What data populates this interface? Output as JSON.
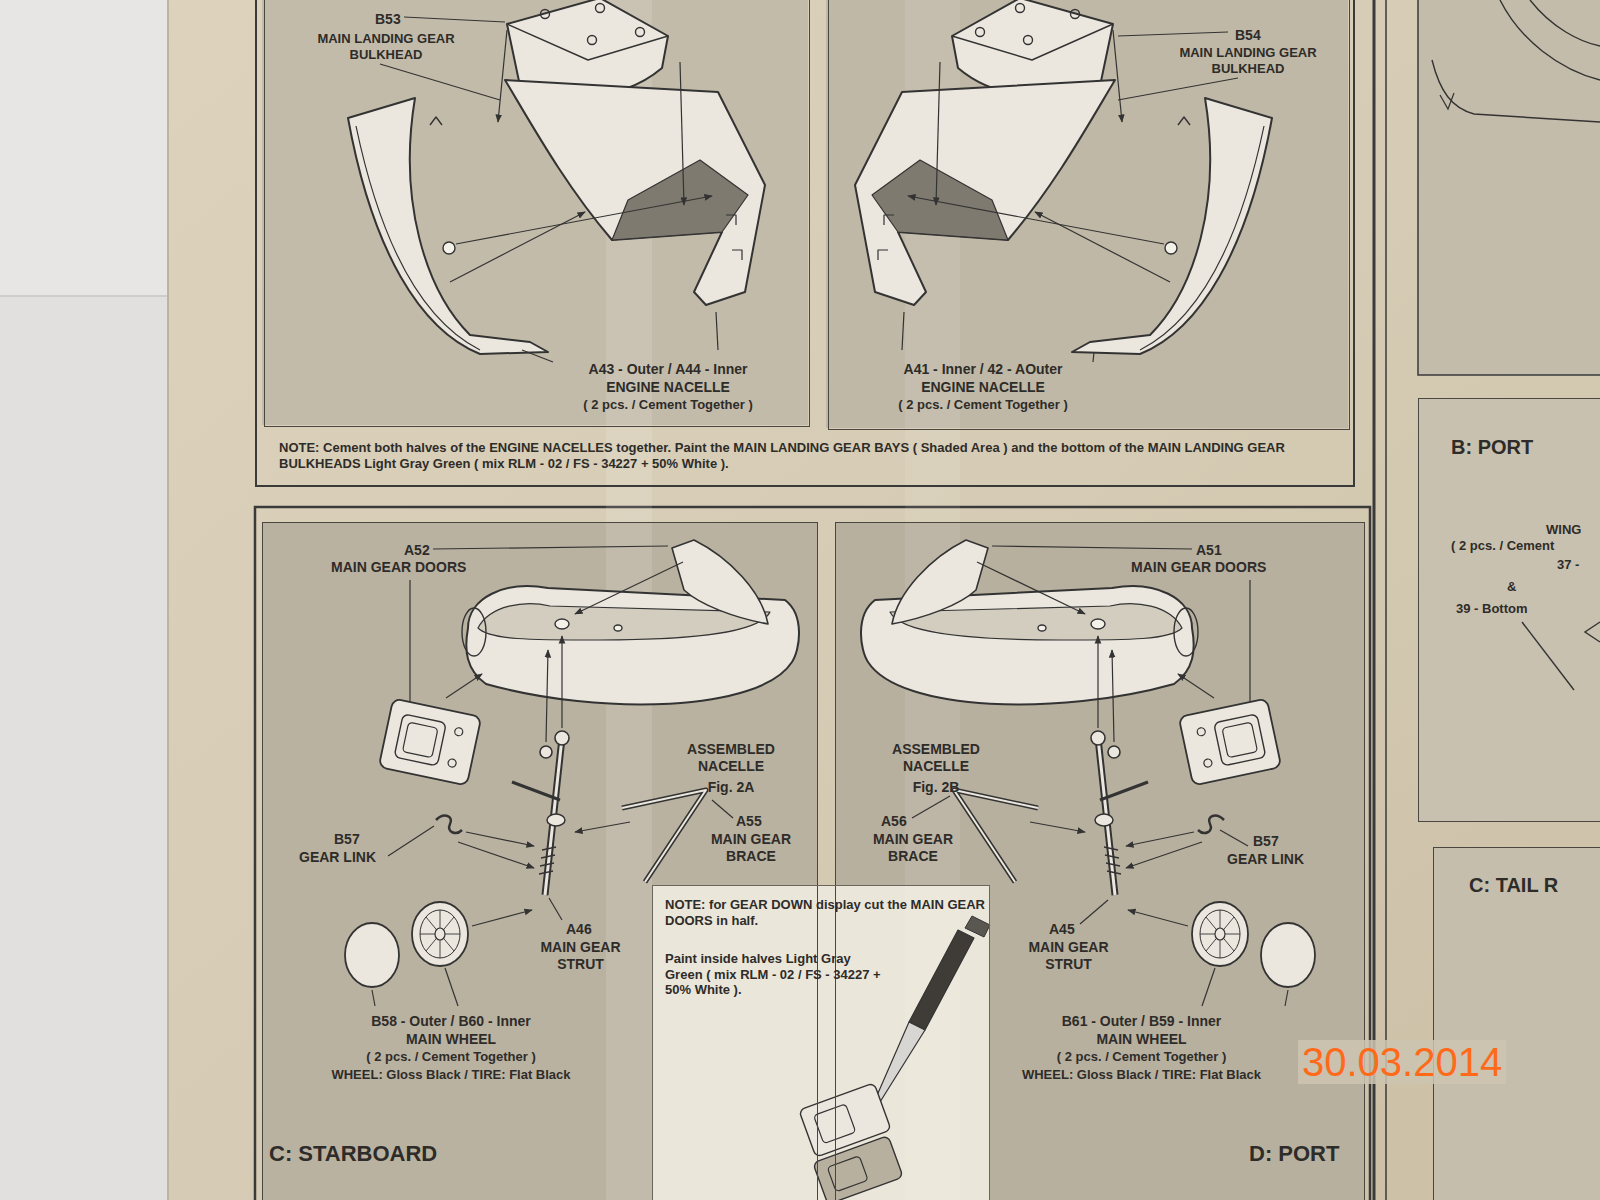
{
  "diagram": {
    "nodes": [
      {
        "text": [
          "NOTE: Cement both halves of the ENGINE NACELLES together. Paint the MAIN LANDING GEAR BAYS ( Shaded Area ) and the bottom of the MAIN LANDING GEAR BULKHEADS Light Gray Green ( mix RLM - 02 / FS - 34227 + 50% White )."
        ]
      },
      {
        "text": [
          "B53",
          "MAIN LANDING GEAR BULKHEAD",
          "A43 - Outer / A44 - Inner",
          "ENGINE NACELLE",
          "( 2 pcs. / Cement Together )"
        ],
        "in": 0
      },
      {
        "text": [
          "B54",
          "MAIN LANDING GEAR BULKHEAD",
          "A41 - Inner / 42 - AOuter",
          "ENGINE NACELLE",
          "( 2 pcs. / Cement Together )"
        ],
        "in": 0
      },
      {
        "text": [
          "A52",
          "MAIN GEAR DOORS",
          "ASSEMBLED NACELLE",
          "Fig. 2A",
          "A55",
          "MAIN GEAR BRACE",
          "B57",
          "GEAR LINK",
          "A46",
          "MAIN GEAR STRUT",
          "B58 - Outer / B60 - Inner",
          "MAIN WHEEL",
          "( 2 pcs. / Cement Together )",
          "WHEEL: Gloss Black / TIRE: Flat Black",
          "C: STARBOARD"
        ]
      },
      {
        "text": [
          "A51",
          "MAIN GEAR DOORS",
          "ASSEMBLED NACELLE",
          "Fig. 2B",
          "A56",
          "MAIN GEAR BRACE",
          "B57",
          "GEAR LINK",
          "A45",
          "MAIN GEAR STRUT",
          "B61 - Outer / B59 - Inner",
          "MAIN WHEEL",
          "( 2 pcs. / Cement Together )",
          "WHEEL: Gloss Black / TIRE: Flat Black",
          "D: PORT"
        ]
      },
      {
        "text": [
          "NOTE: for GEAR DOWN display cut the MAIN GEAR DOORS in half.",
          "Paint inside halves Light Gray Green ( mix RLM - 02 / FS - 34227 + 50% White )."
        ]
      },
      {
        "text": [
          "B: PORT",
          "WING",
          "( 2 pcs. / Cement",
          "37 -",
          "&",
          "39 - Bottom"
        ]
      },
      {
        "text": [
          "C: TAIL R"
        ]
      }
    ],
    "labels": [
      "30.03.2014"
    ]
  }
}
